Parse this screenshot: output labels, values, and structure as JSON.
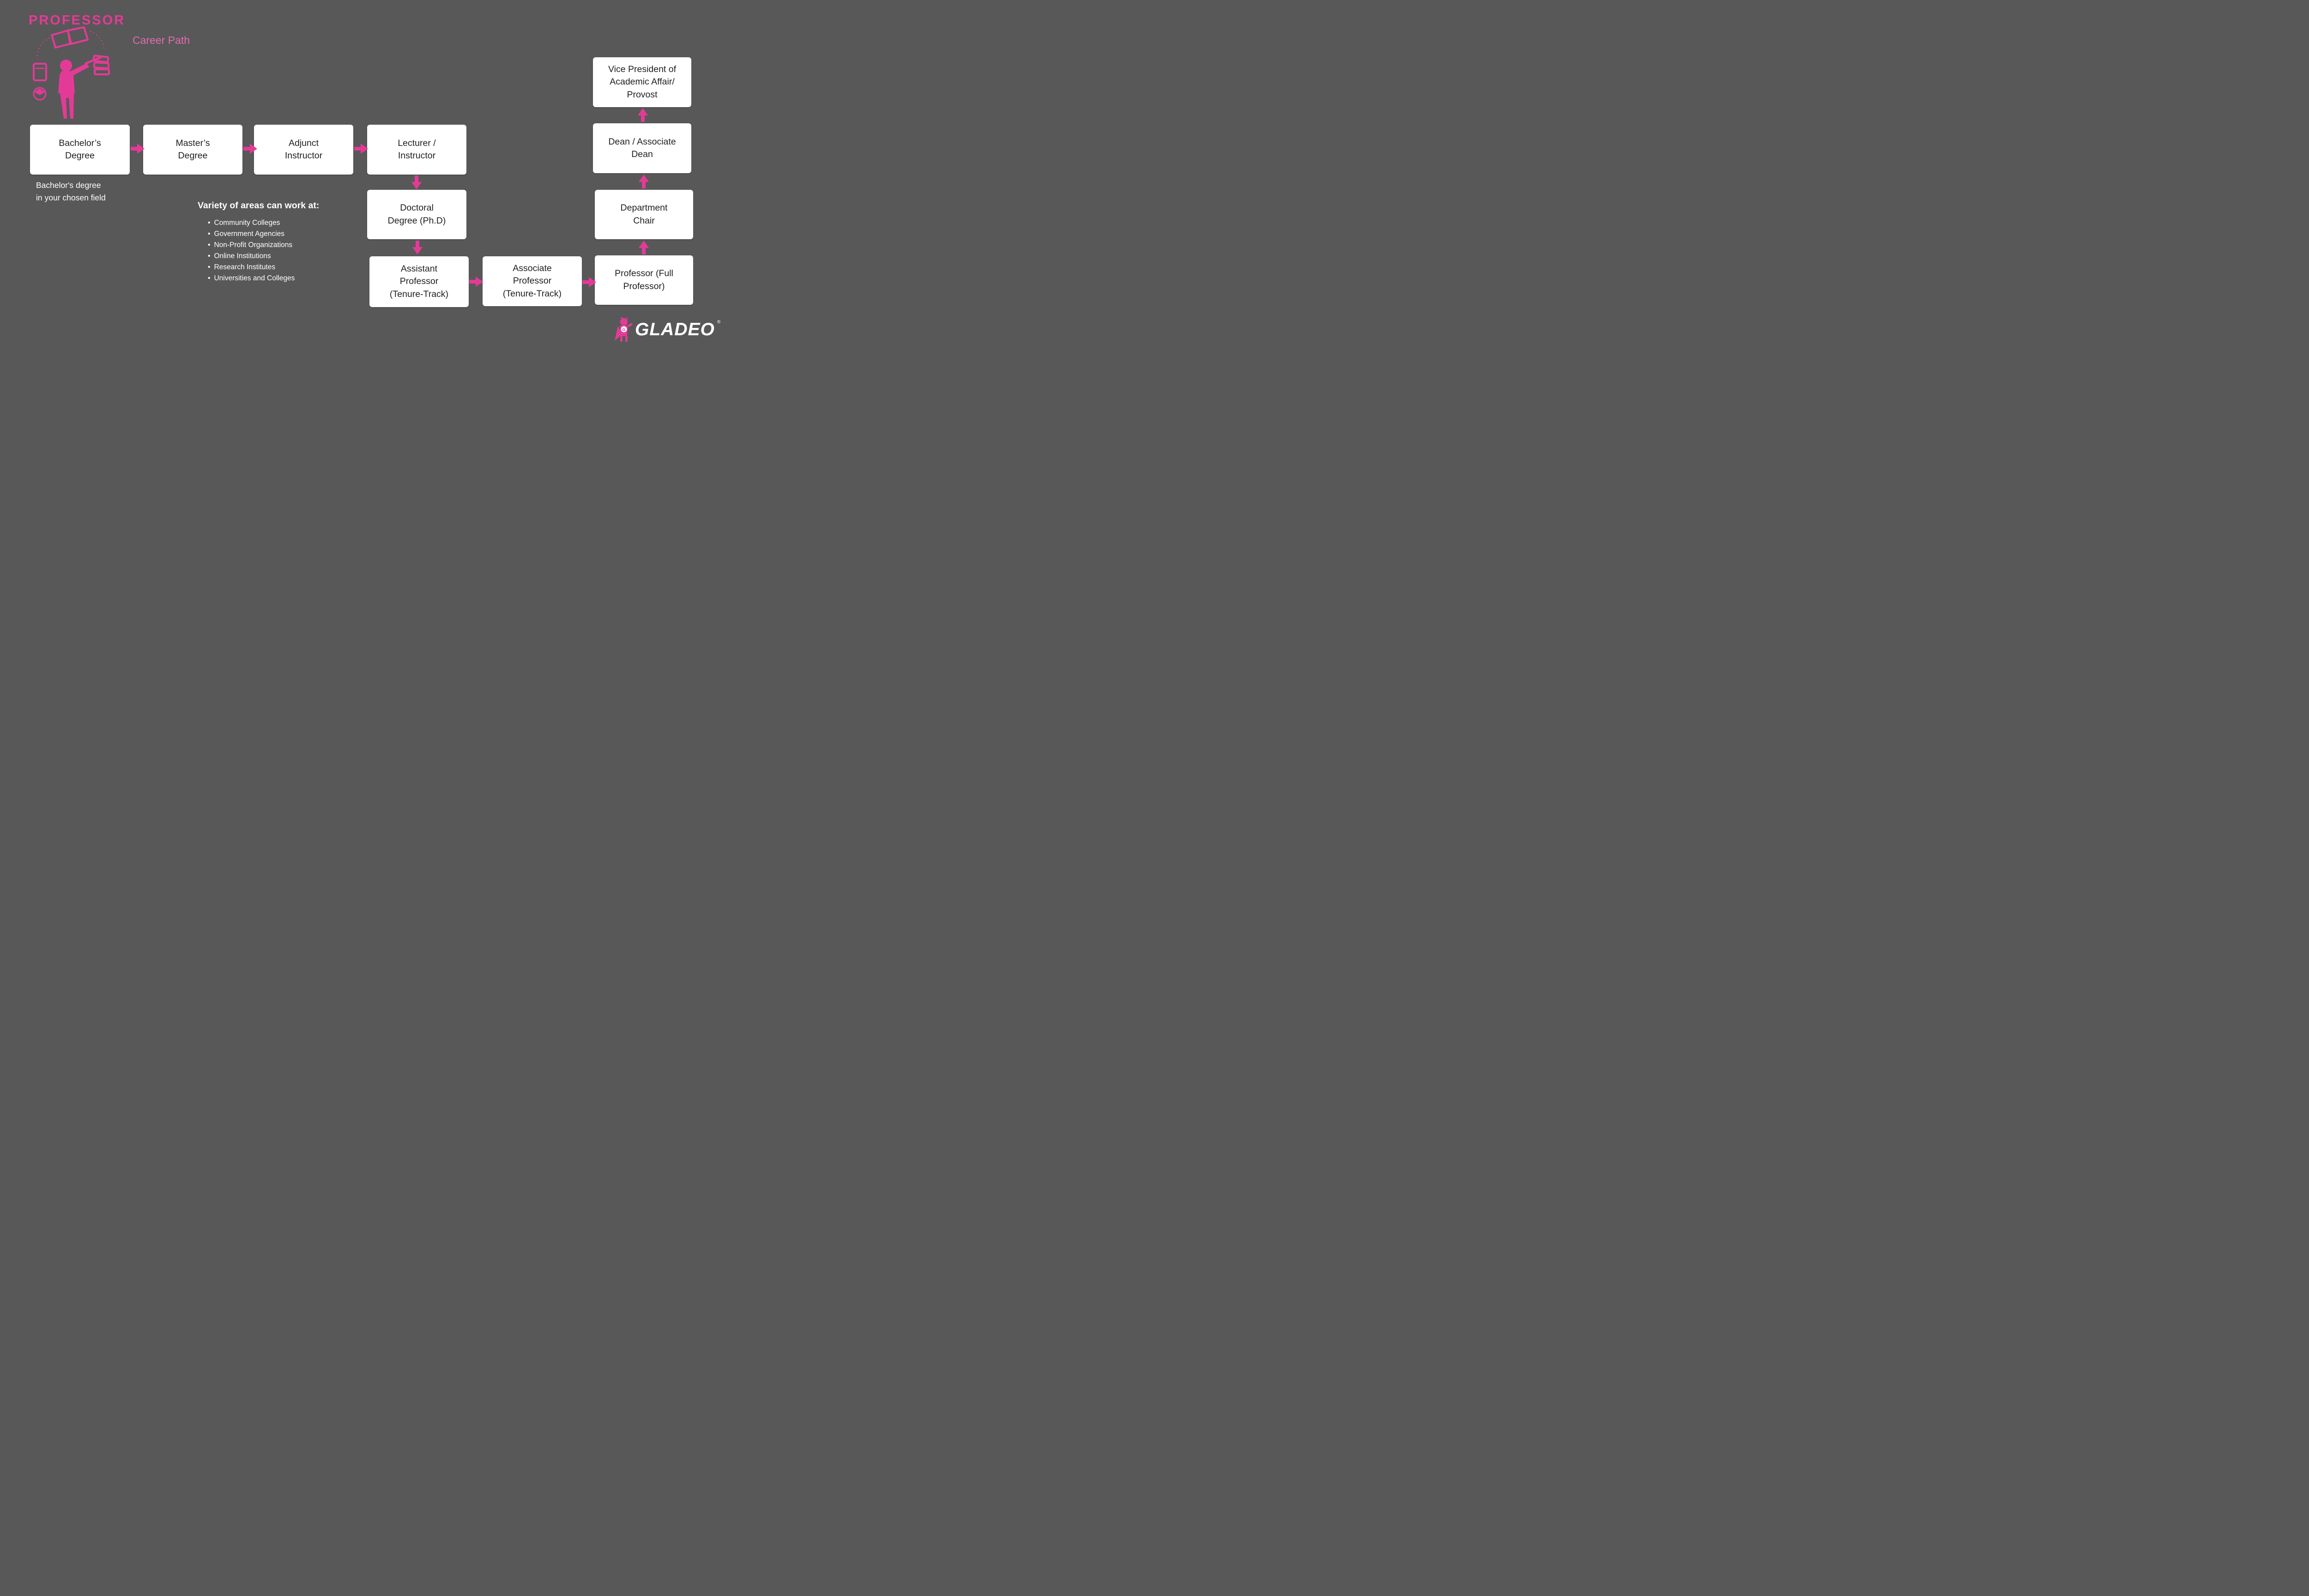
{
  "header": {
    "title": "PROFESSOR",
    "subtitle": "Career Path"
  },
  "boxes": [
    {
      "label": "Bachelor’s\nDegree"
    },
    {
      "label": "Master’s\nDegree"
    },
    {
      "label": "Adjunct\nInstructor"
    },
    {
      "label": "Lecturer /\nInstructor"
    },
    {
      "label": "Doctoral\nDegree (Ph.D)"
    },
    {
      "label": "Assistant\nProfessor\n(Tenure-Track)"
    },
    {
      "label": "Associate\nProfessor\n(Tenure-Track)"
    },
    {
      "label": "Professor (Full\nProfessor)"
    },
    {
      "label": "Department\nChair"
    },
    {
      "label": "Dean / Associate\nDean"
    },
    {
      "label": "Vice President of\nAcademic Affair/\nProvost"
    }
  ],
  "caption": "Bachelor's degree\nin your chosen field",
  "work_areas": {
    "heading": "Variety of areas can work at:",
    "bullet": "•",
    "items": [
      "Community Colleges",
      "Government Agencies",
      "Non-Profit Organizations",
      "Online Institutions",
      "Research Institutes",
      "Universities and Colleges"
    ]
  },
  "logo": {
    "wordmark": "GLADEO",
    "registered": "®"
  },
  "colors": {
    "background": "#585858",
    "accent_pink": "#e43a97",
    "box_background": "#ffffff",
    "box_text": "#1f1f1f",
    "body_text": "#ffffff"
  }
}
